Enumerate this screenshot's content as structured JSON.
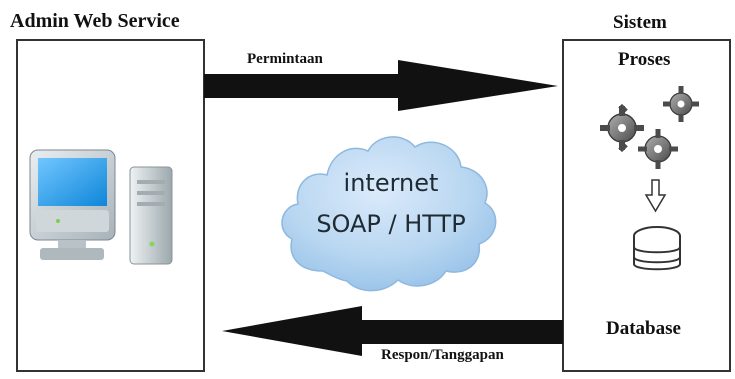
{
  "left_node": {
    "title": "Admin Web Service",
    "icon": "desktop-computer-icon"
  },
  "right_node": {
    "title": "Sistem",
    "process_label": "Proses",
    "process_icon": "gears-icon",
    "flow_icon": "down-arrow-icon",
    "database_label": "Database",
    "database_icon": "database-icon"
  },
  "cloud": {
    "line1": "internet",
    "line2": "SOAP / HTTP",
    "color": "#b9d7f1"
  },
  "arrows": {
    "request_label": "Permintaan",
    "response_label": "Respon/Tanggapan",
    "color": "#111111"
  }
}
